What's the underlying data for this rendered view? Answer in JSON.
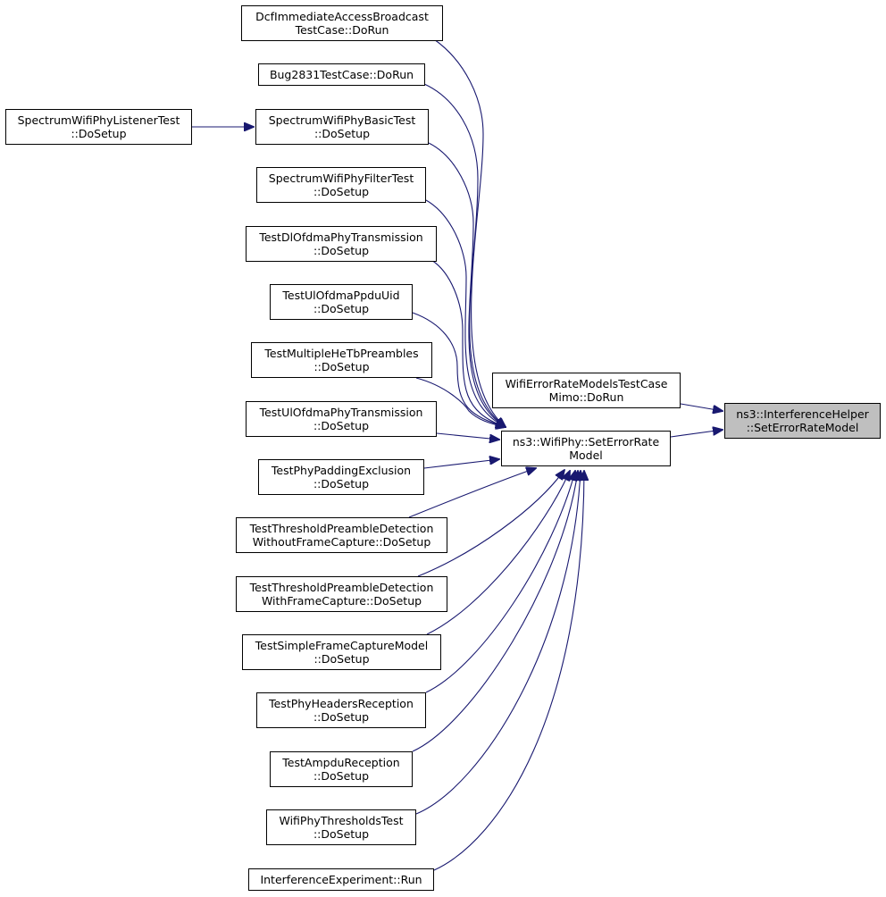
{
  "diagram": {
    "root": {
      "id": "interference_set_error_rate_model",
      "lines": [
        "ns3::InterferenceHelper",
        "::SetErrorRateModel"
      ]
    },
    "nodes": [
      {
        "id": "wifiphy_set_error_rate_model",
        "lines": [
          "ns3::WifiPhy::SetErrorRate",
          "Model"
        ]
      },
      {
        "id": "wifi_error_rate_models_mimo",
        "lines": [
          "WifiErrorRateModelsTestCase",
          "Mimo::DoRun"
        ]
      },
      {
        "id": "dcf_immediate_access",
        "lines": [
          "DcfImmediateAccessBroadcast",
          "TestCase::DoRun"
        ]
      },
      {
        "id": "bug2831",
        "lines": [
          "Bug2831TestCase::DoRun"
        ]
      },
      {
        "id": "spectrum_basic",
        "lines": [
          "SpectrumWifiPhyBasicTest",
          "::DoSetup"
        ]
      },
      {
        "id": "spectrum_listener",
        "lines": [
          "SpectrumWifiPhyListenerTest",
          "::DoSetup"
        ]
      },
      {
        "id": "spectrum_filter",
        "lines": [
          "SpectrumWifiPhyFilterTest",
          "::DoSetup"
        ]
      },
      {
        "id": "dl_ofdma_tx",
        "lines": [
          "TestDlOfdmaPhyTransmission",
          "::DoSetup"
        ]
      },
      {
        "id": "ul_ofdma_ppdu_uid",
        "lines": [
          "TestUlOfdmaPpduUid",
          "::DoSetup"
        ]
      },
      {
        "id": "multiple_he_tb",
        "lines": [
          "TestMultipleHeTbPreambles",
          "::DoSetup"
        ]
      },
      {
        "id": "ul_ofdma_tx",
        "lines": [
          "TestUlOfdmaPhyTransmission",
          "::DoSetup"
        ]
      },
      {
        "id": "phy_padding",
        "lines": [
          "TestPhyPaddingExclusion",
          "::DoSetup"
        ]
      },
      {
        "id": "thresh_without_capture",
        "lines": [
          "TestThresholdPreambleDetection",
          "WithoutFrameCapture::DoSetup"
        ]
      },
      {
        "id": "thresh_with_capture",
        "lines": [
          "TestThresholdPreambleDetection",
          "WithFrameCapture::DoSetup"
        ]
      },
      {
        "id": "simple_frame_capture",
        "lines": [
          "TestSimpleFrameCaptureModel",
          "::DoSetup"
        ]
      },
      {
        "id": "phy_headers_reception",
        "lines": [
          "TestPhyHeadersReception",
          "::DoSetup"
        ]
      },
      {
        "id": "ampdu_reception",
        "lines": [
          "TestAmpduReception",
          "::DoSetup"
        ]
      },
      {
        "id": "wifiphy_thresholds",
        "lines": [
          "WifiPhyThresholdsTest",
          "::DoSetup"
        ]
      },
      {
        "id": "interference_experiment",
        "lines": [
          "InterferenceExperiment::Run"
        ]
      }
    ],
    "edges": [
      {
        "from": "wifiphy_set_error_rate_model",
        "to": "interference_set_error_rate_model"
      },
      {
        "from": "wifi_error_rate_models_mimo",
        "to": "interference_set_error_rate_model"
      },
      {
        "from": "dcf_immediate_access",
        "to": "wifiphy_set_error_rate_model"
      },
      {
        "from": "bug2831",
        "to": "wifiphy_set_error_rate_model"
      },
      {
        "from": "spectrum_basic",
        "to": "wifiphy_set_error_rate_model"
      },
      {
        "from": "spectrum_listener",
        "to": "spectrum_basic"
      },
      {
        "from": "spectrum_filter",
        "to": "wifiphy_set_error_rate_model"
      },
      {
        "from": "dl_ofdma_tx",
        "to": "wifiphy_set_error_rate_model"
      },
      {
        "from": "ul_ofdma_ppdu_uid",
        "to": "wifiphy_set_error_rate_model"
      },
      {
        "from": "multiple_he_tb",
        "to": "wifiphy_set_error_rate_model"
      },
      {
        "from": "ul_ofdma_tx",
        "to": "wifiphy_set_error_rate_model"
      },
      {
        "from": "phy_padding",
        "to": "wifiphy_set_error_rate_model"
      },
      {
        "from": "thresh_without_capture",
        "to": "wifiphy_set_error_rate_model"
      },
      {
        "from": "thresh_with_capture",
        "to": "wifiphy_set_error_rate_model"
      },
      {
        "from": "simple_frame_capture",
        "to": "wifiphy_set_error_rate_model"
      },
      {
        "from": "phy_headers_reception",
        "to": "wifiphy_set_error_rate_model"
      },
      {
        "from": "ampdu_reception",
        "to": "wifiphy_set_error_rate_model"
      },
      {
        "from": "wifiphy_thresholds",
        "to": "wifiphy_set_error_rate_model"
      },
      {
        "from": "interference_experiment",
        "to": "wifiphy_set_error_rate_model"
      }
    ],
    "colors": {
      "edge": "#191970",
      "node_border": "#000000",
      "node_fill": "#ffffff",
      "root_fill": "#bfbfbf"
    }
  }
}
